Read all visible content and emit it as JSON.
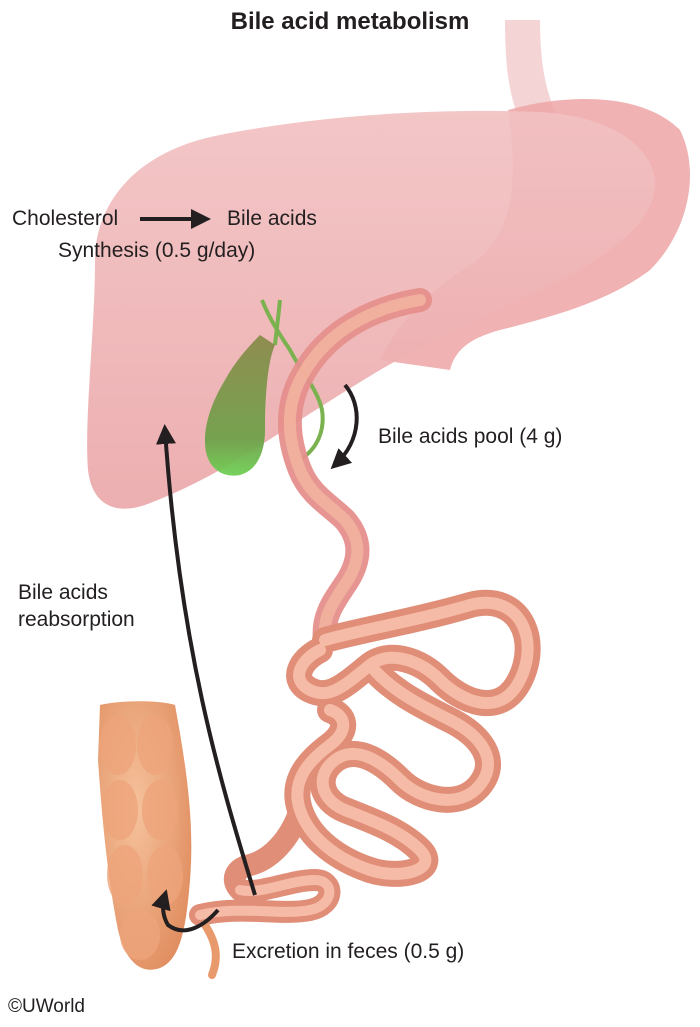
{
  "title": "Bile acid metabolism",
  "labels": {
    "cholesterol": "Cholesterol",
    "bile_acids": "Bile acids",
    "synthesis": "Synthesis (0.5 g/day)",
    "pool": "Bile acids pool (4 g)",
    "reabsorption_line1": "Bile acids",
    "reabsorption_line2": "reabsorption",
    "excretion": "Excretion in feces (0.5 g)"
  },
  "copyright": "©UWorld",
  "structures": [
    "esophagus",
    "stomach",
    "liver",
    "gallbladder",
    "bile-ducts",
    "duodenum",
    "small-intestine",
    "ileum",
    "colon"
  ],
  "colors": {
    "liver": "#f0b7b8",
    "stomach": "#ea9c9e",
    "gallbladder": "#6fbf4f",
    "intestine": "#f2a987",
    "colon": "#e99a6c",
    "arrow": "#231f20"
  }
}
